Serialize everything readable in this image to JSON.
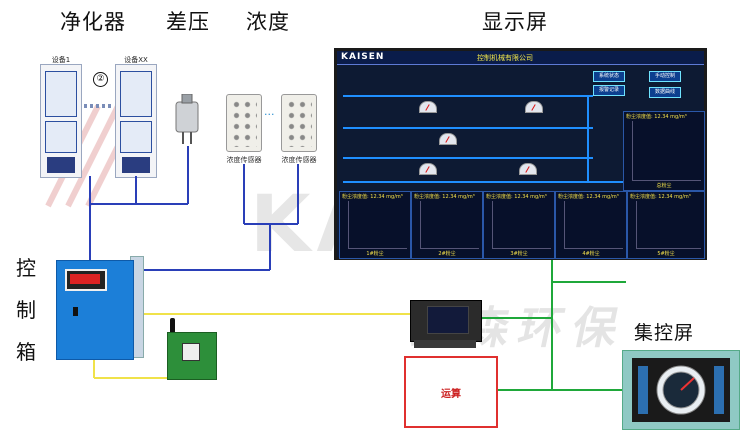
{
  "labels": {
    "purifier": "净化器",
    "diff_pressure": "差压",
    "concentration": "浓度",
    "display_screen": "显示屏",
    "control_box_1": "控",
    "control_box_2": "制",
    "control_box_3": "箱",
    "central_screen": "集控屏",
    "compute": "运算"
  },
  "purifiers": {
    "left_label": "设备1",
    "right_label": "设备XX",
    "marker": "②"
  },
  "sensors": {
    "label_1": "浓度传感器",
    "label_2": "浓度传感器",
    "ellipsis": "···"
  },
  "monitor": {
    "logo": "KAISEN",
    "title": "控制机械有限公司",
    "buttons": [
      "系统状态",
      "报警记录",
      "手动控制",
      "数据曲线"
    ],
    "top_panel_header": "粉尘浓度值: 12.34 mg/m³",
    "top_panel_footer": "总粉尘",
    "bottom_panels": [
      {
        "header": "粉尘浓度值: 12.34 mg/m³",
        "footer": "1#粉尘"
      },
      {
        "header": "粉尘浓度值: 12.34 mg/m³",
        "footer": "2#粉尘"
      },
      {
        "header": "粉尘浓度值: 12.34 mg/m³",
        "footer": "3#粉尘"
      },
      {
        "header": "粉尘浓度值: 12.34 mg/m³",
        "footer": "4#粉尘"
      },
      {
        "header": "粉尘浓度值: 12.34 mg/m³",
        "footer": "5#粉尘"
      }
    ]
  },
  "watermark": {
    "brand_en": "KAISEN",
    "brand_cn": "凯森环保"
  },
  "colors": {
    "blue_line": "#2a3fb8",
    "yellow_line": "#f0e24a",
    "green_line": "#1fa83a",
    "red_box": "#e0302f"
  }
}
